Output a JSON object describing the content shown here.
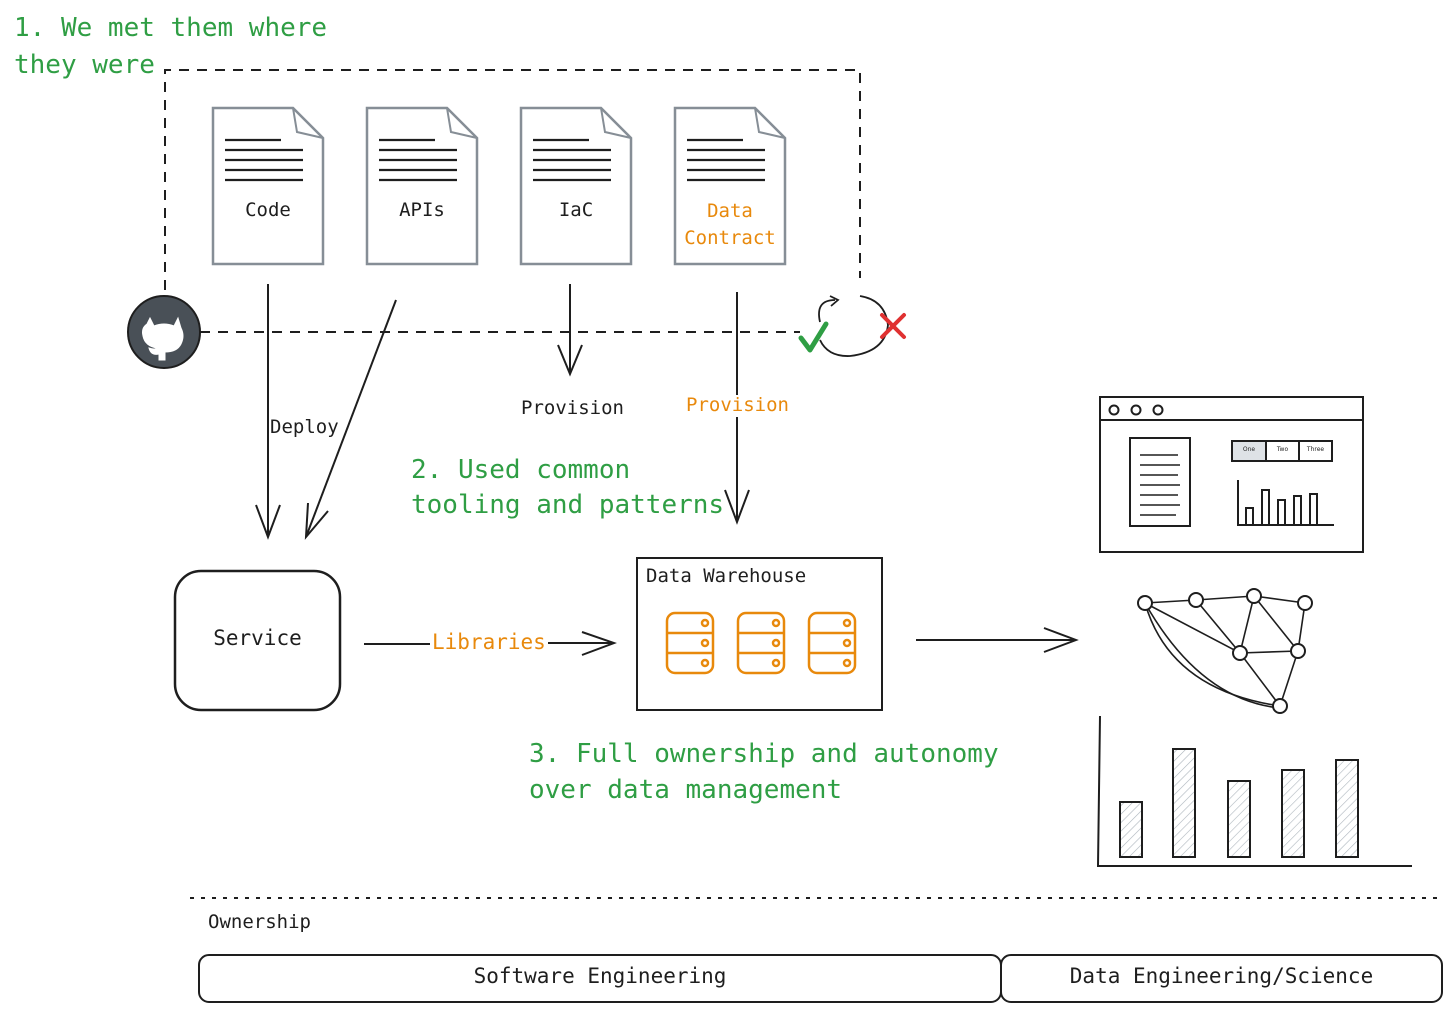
{
  "annotations": {
    "step1_line1": "1. We met them where",
    "step1_line2": "they were",
    "step2_line1": "2. Used common",
    "step2_line2": "tooling and patterns",
    "step3_line1": "3. Full ownership and autonomy",
    "step3_line2": "over data management"
  },
  "documents": [
    {
      "label": "Code"
    },
    {
      "label": "APIs"
    },
    {
      "label": "IaC"
    },
    {
      "label_line1": "Data",
      "label_line2": "Contract"
    }
  ],
  "edges": {
    "deploy": "Deploy",
    "provision_infra": "Provision",
    "provision_contract": "Provision",
    "libraries": "Libraries"
  },
  "nodes": {
    "service": "Service",
    "warehouse": "Data Warehouse"
  },
  "dashboard_tabs": [
    "One",
    "Two",
    "Three"
  ],
  "ownership": {
    "title": "Ownership",
    "software": "Software Engineering",
    "data": "Data Engineering/Science"
  },
  "colors": {
    "green": "#2f9e44",
    "orange": "#e8890c",
    "red": "#e03131",
    "ink": "#1e1e1e",
    "doc_stroke": "#868e96",
    "github": "#495057"
  },
  "icons": {
    "repo": "github-icon",
    "check": "check-icon",
    "cross": "cross-icon"
  }
}
